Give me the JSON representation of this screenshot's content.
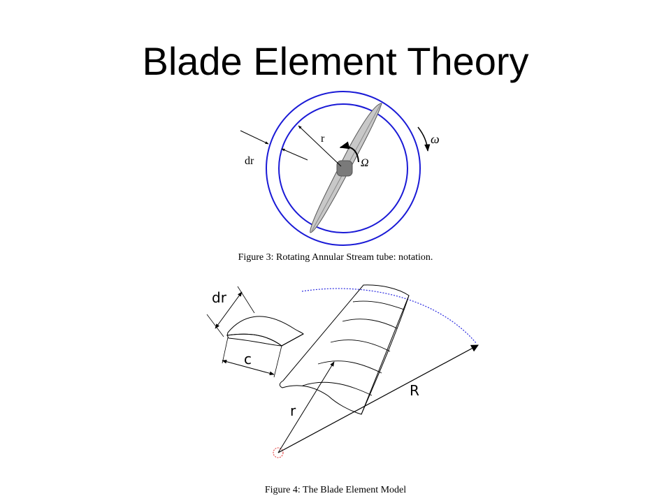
{
  "slide": {
    "title": "Blade Element Theory"
  },
  "figure3": {
    "caption": "Figure 3: Rotating Annular Stream tube: notation.",
    "labels": {
      "r": "r",
      "dr": "dr",
      "omega": "ω",
      "Omega": "Ω"
    },
    "colors": {
      "annulus": "#1a1ad6",
      "blade": "#c8c8c8",
      "hub": "#7a7a7a"
    }
  },
  "figure4": {
    "caption": "Figure 4: The Blade Element Model",
    "labels": {
      "dr": "dr",
      "c": "c",
      "r": "r",
      "R": "R"
    },
    "colors": {
      "arc": "#2a2ae0",
      "origin": "#e03030"
    }
  }
}
